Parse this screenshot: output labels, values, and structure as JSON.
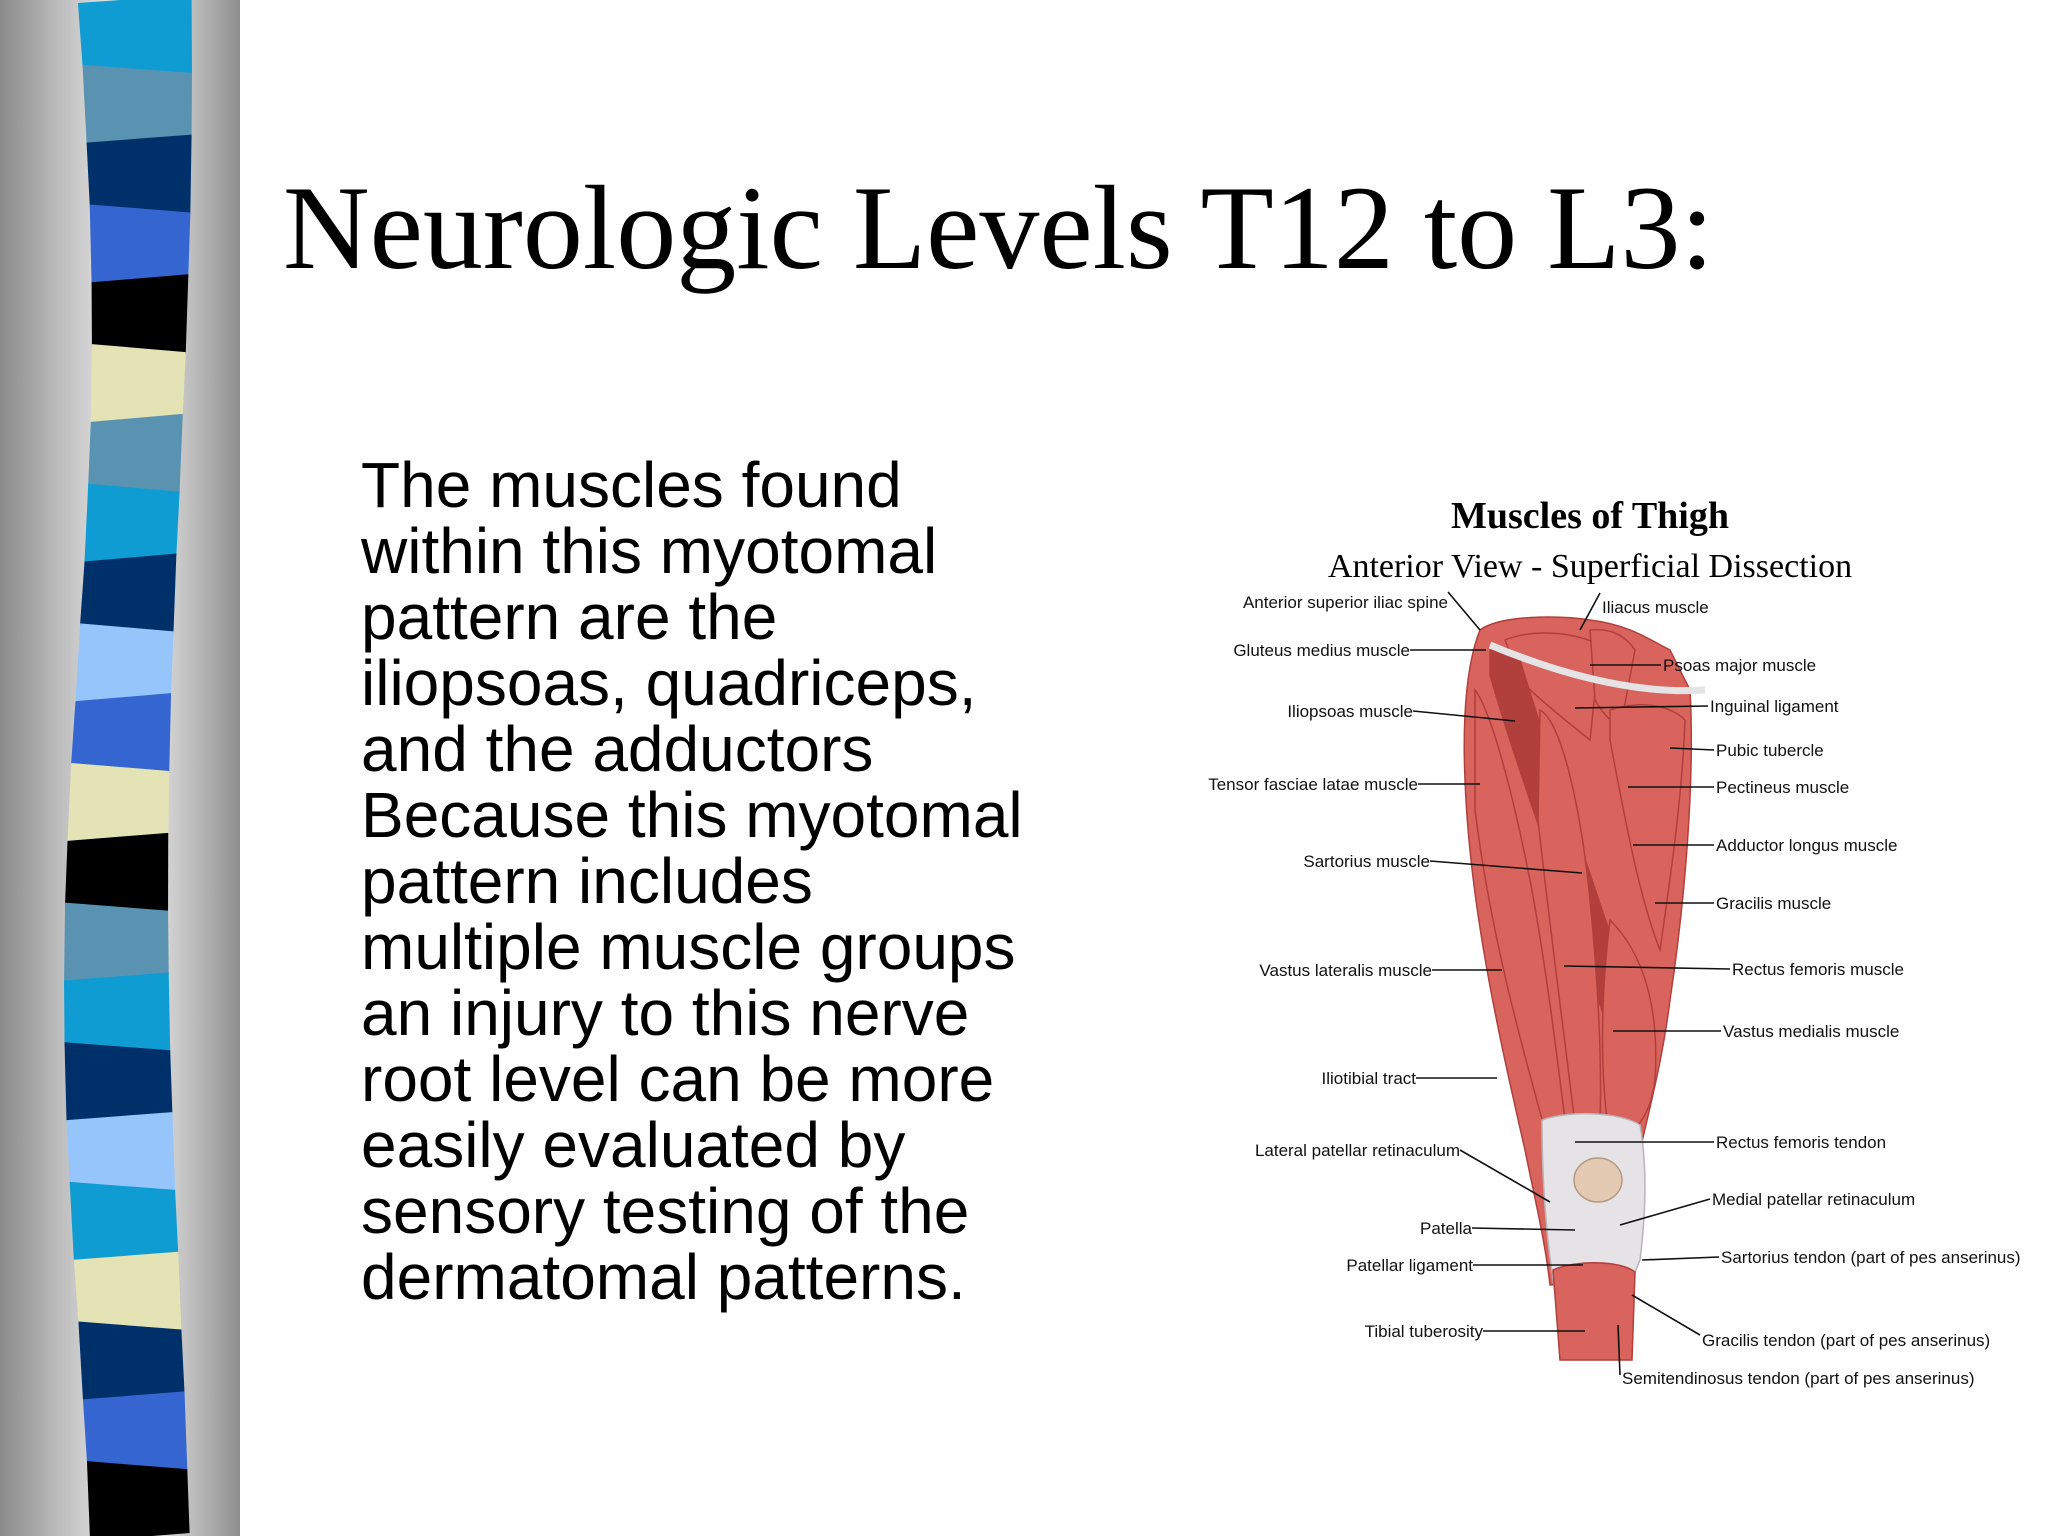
{
  "slide": {
    "title": "Neurologic Levels T12 to L3:",
    "body_lines": [
      "The muscles found",
      "within this myotomal",
      "pattern are the",
      "iliopsoas, quadriceps,",
      "and the adductors",
      "Because this myotomal",
      "pattern includes",
      "multiple muscle groups",
      "an injury to this nerve",
      "root level can be more",
      "easily evaluated by",
      "sensory testing of the",
      "dermatomal patterns."
    ]
  },
  "sidebar": {
    "stripe_colors": [
      "#0e9cd3",
      "#5a93b2",
      "#00306a",
      "#3465d0",
      "#000000",
      "#e3e3b5",
      "#5a93b2",
      "#0e9cd3",
      "#00306a",
      "#96c5fb",
      "#3465d0",
      "#e3e3b5",
      "#000000",
      "#5a93b2",
      "#0e9cd3",
      "#00306a",
      "#96c5fb",
      "#0e9cd3",
      "#e3e3b5",
      "#00306a",
      "#3465d0",
      "#000000"
    ]
  },
  "figure": {
    "title": "Muscles of Thigh",
    "subtitle": "Anterior View - Superficial Dissection",
    "left_labels": [
      "Anterior superior iliac spine",
      "Gluteus medius muscle",
      "Iliopsoas muscle",
      "Tensor fasciae latae muscle",
      "Sartorius muscle",
      "Vastus lateralis muscle",
      "Iliotibial tract",
      "Lateral patellar retinaculum",
      "Patella",
      "Patellar ligament",
      "Tibial tuberosity"
    ],
    "right_labels": [
      "Iliacus muscle",
      "Psoas major muscle",
      "Inguinal ligament",
      "Pubic tubercle",
      "Pectineus muscle",
      "Adductor longus muscle",
      "Gracilis muscle",
      "Rectus femoris muscle",
      "Vastus medialis muscle",
      "Rectus femoris tendon",
      "Medial patellar retinaculum",
      "Sartorius tendon (part of pes anserinus)",
      "Gracilis tendon (part of pes anserinus)",
      "Semitendinosus tendon (part of pes anserinus)"
    ],
    "colors": {
      "muscle": "#d9645e",
      "muscle_dark": "#b13f3c",
      "tendon": "#e6e3e6"
    }
  }
}
